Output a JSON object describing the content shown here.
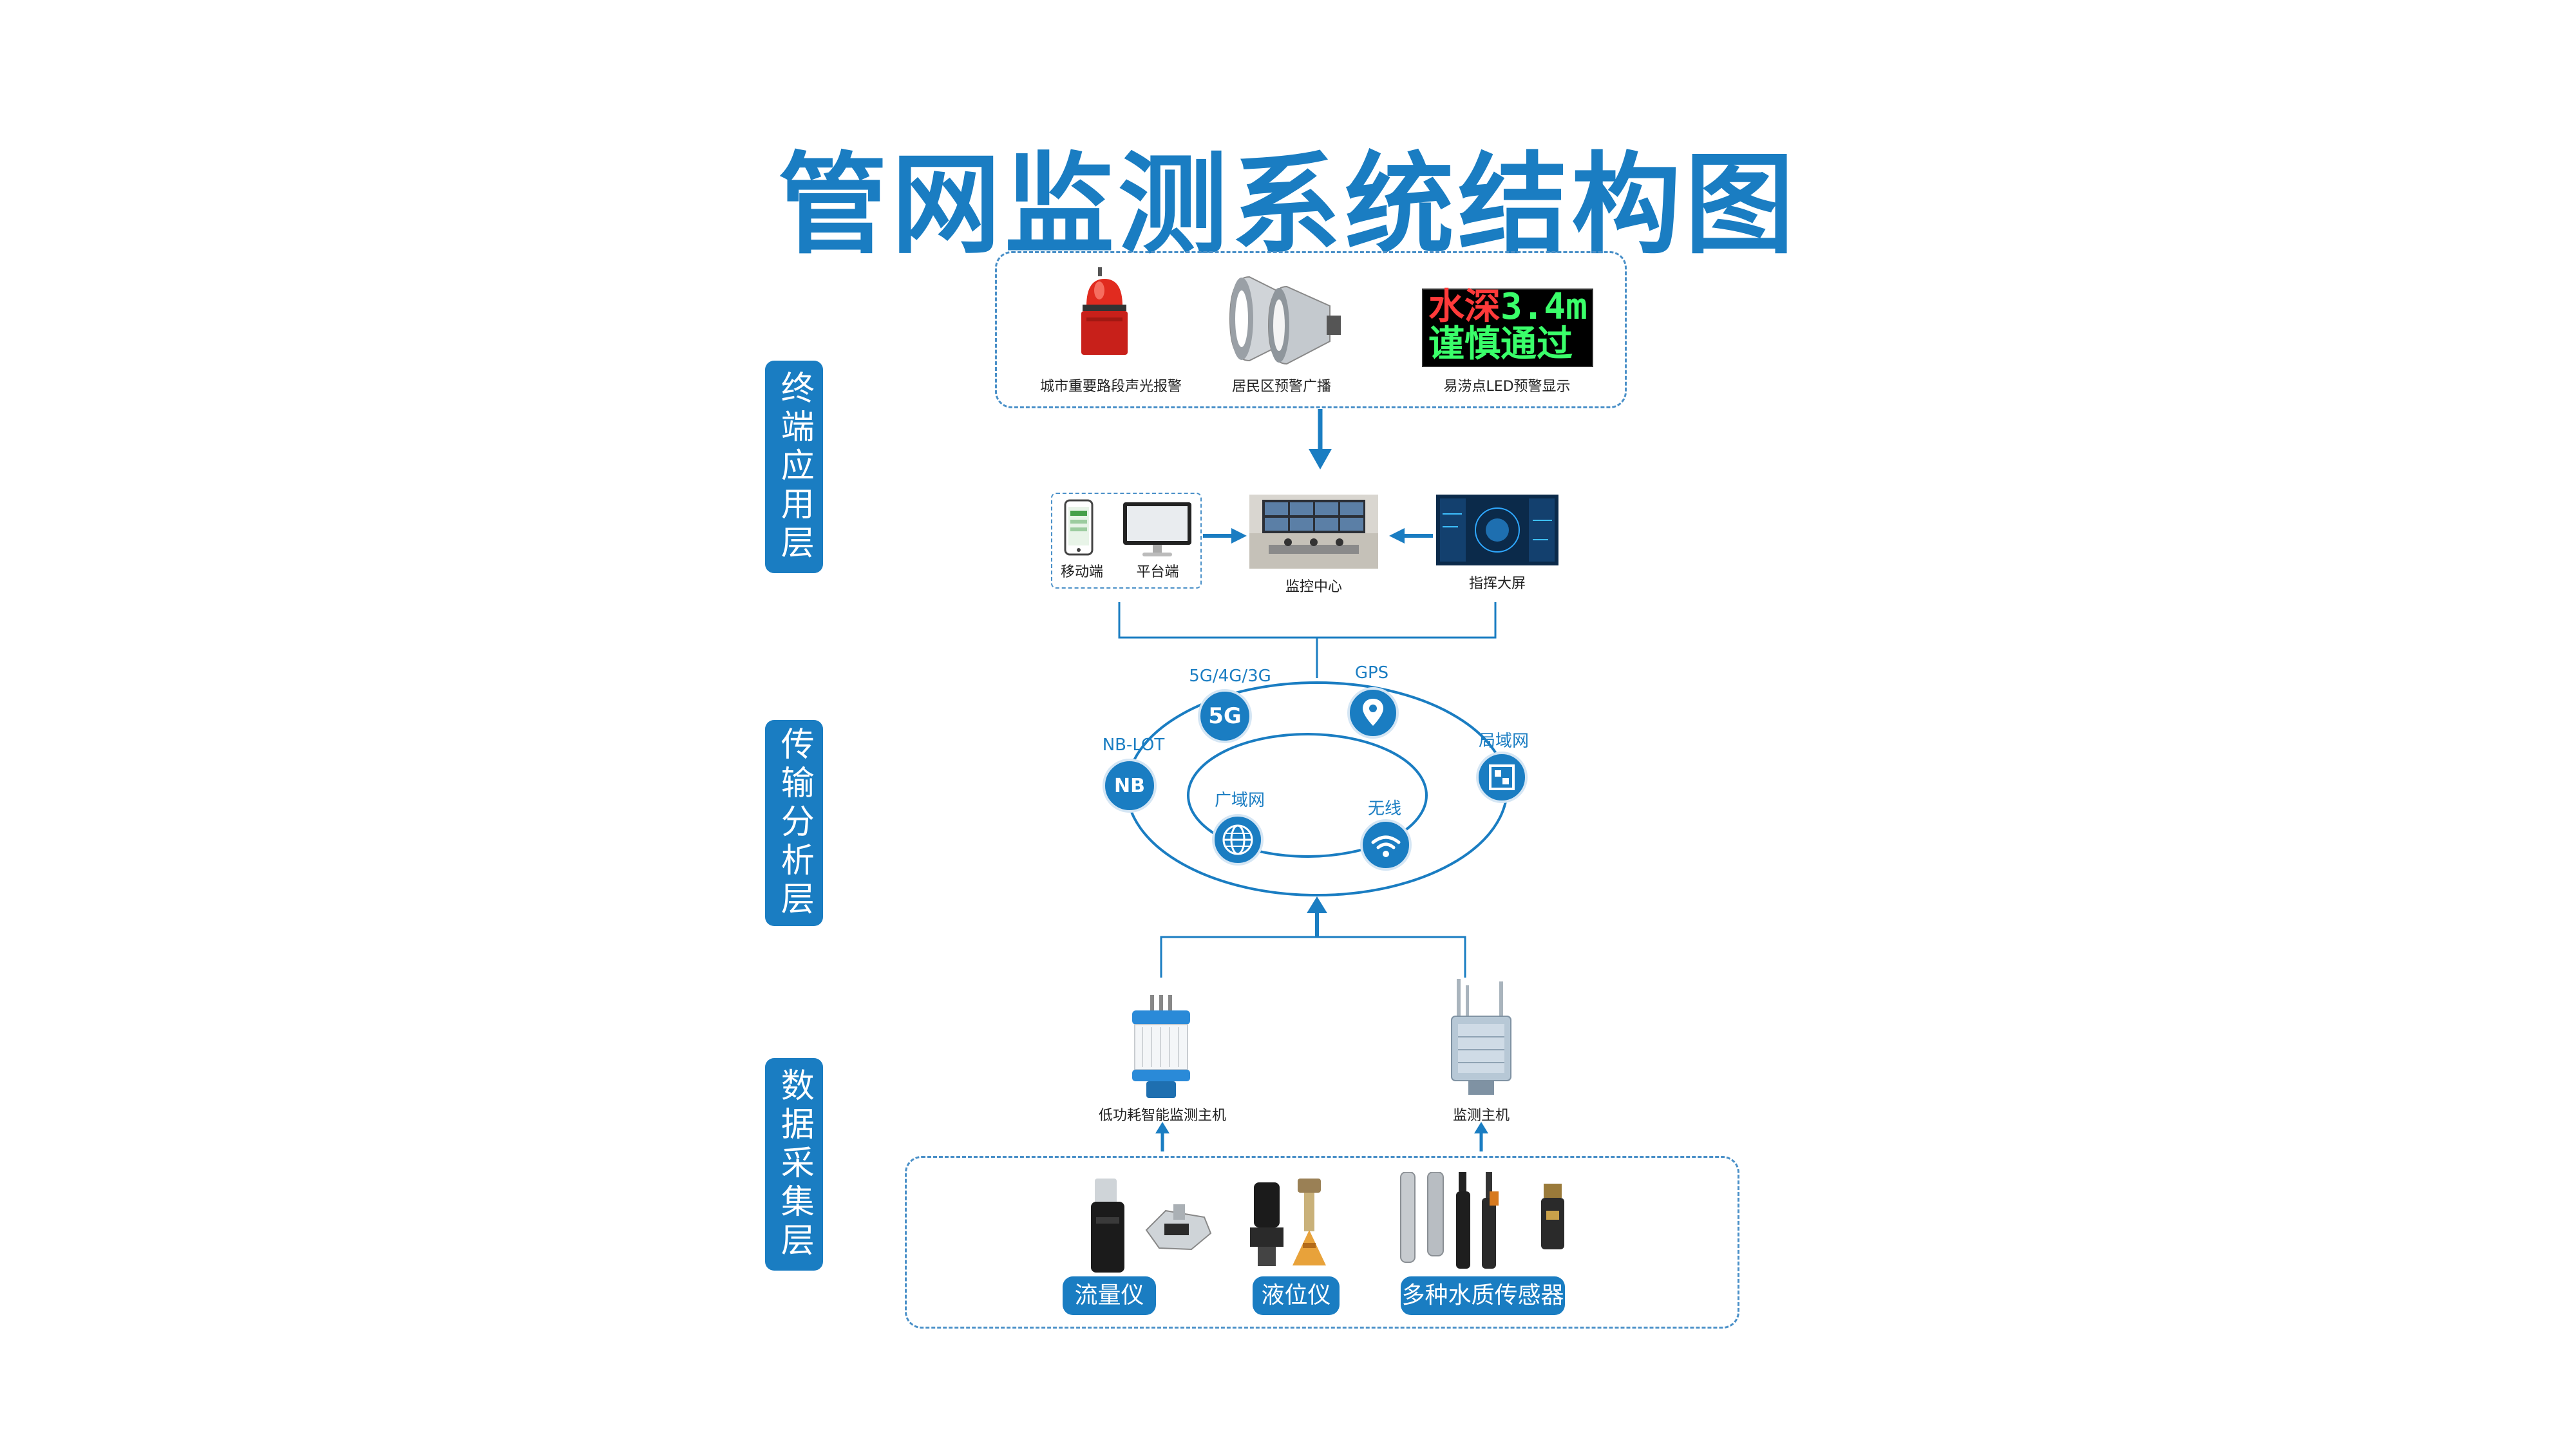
{
  "title": "管网监测系统结构图",
  "layers": {
    "terminal": "终端应用层",
    "transmission": "传输分析层",
    "collection": "数据采集层"
  },
  "terminal": {
    "devices": [
      {
        "label": "城市重要路段声光报警",
        "icon": "alarm-light-icon"
      },
      {
        "label": "居民区预警广播",
        "icon": "horn-speaker-icon"
      },
      {
        "label": "易涝点LED预警显示",
        "icon": "led-display-icon"
      }
    ],
    "led_line1_a": "水深",
    "led_line1_b": "3.4m",
    "led_line2": "谨慎通过",
    "clients": {
      "mobile": "移动端",
      "platform": "平台端"
    },
    "monitor_center": "监控中心",
    "command_screen": "指挥大屏"
  },
  "network": {
    "outer": [
      {
        "label": "5G/4G/3G",
        "icon": "5g-icon",
        "badge": "5G"
      },
      {
        "label": "GPS",
        "icon": "location-pin-icon"
      },
      {
        "label": "局域网",
        "icon": "lan-icon"
      },
      {
        "label": "NB-LOT",
        "icon": "nb-icon",
        "badge": "NB"
      }
    ],
    "inner": [
      {
        "label": "广域网",
        "icon": "globe-icon"
      },
      {
        "label": "无线",
        "icon": "wifi-icon"
      }
    ]
  },
  "collection": {
    "hosts": [
      {
        "label": "低功耗智能监测主机",
        "icon": "low-power-host-icon"
      },
      {
        "label": "监测主机",
        "icon": "monitor-host-icon"
      }
    ],
    "sensor_groups": [
      "流量仪",
      "液位仪",
      "多种水质传感器"
    ]
  },
  "colors": {
    "accent": "#1a7dc2",
    "dash": "#4a90c8"
  }
}
